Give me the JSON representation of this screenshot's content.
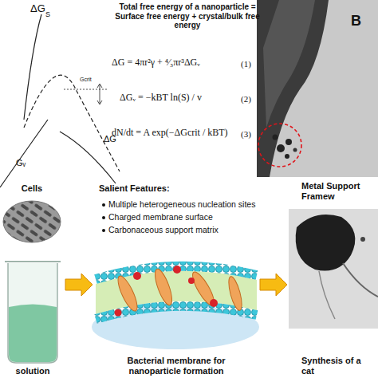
{
  "diagram": {
    "nodes": [
      {
        "text": [
          "Cells"
        ]
      },
      {
        "text": [
          "solution"
        ]
      },
      {
        "text": [
          "Bacterial membrane for nanoparticle formation"
        ]
      },
      {
        "text": [
          "Metal Support Framew",
          "Synthesis of a cat"
        ]
      }
    ],
    "edges": [
      {
        "from": 1,
        "to": 2,
        "arrow": "to"
      },
      {
        "from": 2,
        "to": 3,
        "arrow": "to"
      }
    ],
    "labels": [
      "ΔG",
      "S",
      "Gcrit",
      "ΔG",
      "Gᵥ",
      "Total free energy of a nanoparticle = Surface free energy + crystal/bulk free energy",
      "ΔG = 4πr²γ + ⁴⁄₃πr³ΔGᵥ",
      "(1)",
      "ΔGᵥ = −kBT ln(S) / v",
      "(2)",
      "dN/dt = A exp(−ΔGcrit / kBT)",
      "(3)",
      "B",
      "Salient Features:",
      "Multiple heterogeneous nucleation sites",
      "Charged membrane surface",
      "Carbonaceous support matrix"
    ]
  }
}
